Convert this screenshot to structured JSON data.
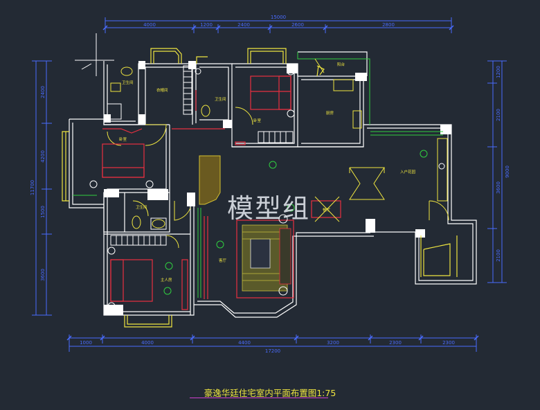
{
  "drawing": {
    "title": "豪逸华廷住宅室内平面布置图1:75",
    "watermark": "模型组",
    "dims_top": [
      "4000",
      "1200",
      "2400",
      "2600",
      "2800"
    ],
    "dims_top_total": "15000",
    "dims_bottom": [
      "1000",
      "4000",
      "4400",
      "3200",
      "2300",
      "2300"
    ],
    "dims_bottom_total": "17200",
    "dims_left": [
      "2400",
      "4200",
      "1500",
      "3600"
    ],
    "dims_left_total": "11700",
    "dims_right": [
      "1200",
      "2100",
      "3600",
      "2100"
    ],
    "dims_right_total": "9000",
    "room_labels": {
      "bath1": "卫生间",
      "storage": "衣帽间",
      "bath2": "卫生间",
      "bedroom_mid": "卧室",
      "balcony": "阳台",
      "kitchen": "厨房",
      "bedroom_left": "卧室",
      "entrance": "入户花园",
      "bath3": "卫生间",
      "dining": "餐厅",
      "living": "客厅",
      "master": "主人房"
    }
  },
  "colors": {
    "background": "#232a34",
    "wall": "#ffffff",
    "dimension": "#4a6cff",
    "window": "#f0e640",
    "furniture": "#e83040",
    "door": "#f0e640",
    "fixture": "#40e0e0",
    "green": "#30d040",
    "caption": "#f0e640",
    "underline": "#d040d0"
  }
}
